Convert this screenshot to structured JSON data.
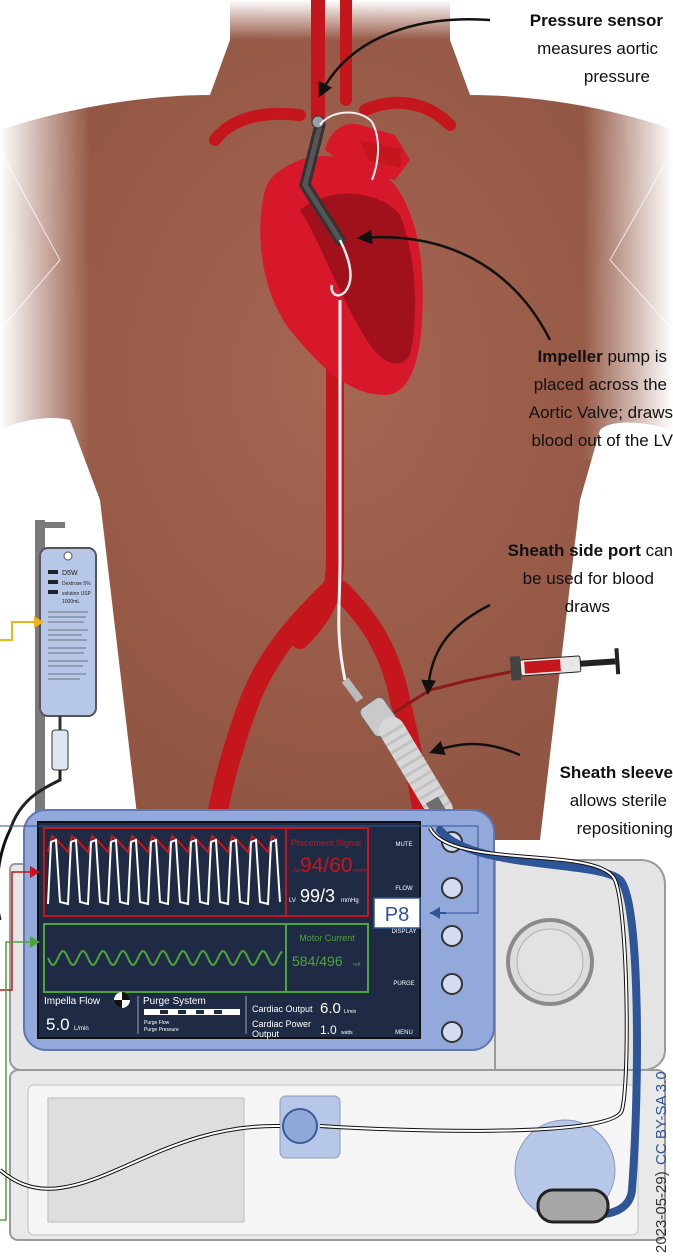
{
  "annotations": {
    "pressure_sensor": {
      "bold": "Pressure sensor",
      "lines": [
        "measures aortic",
        "pressure"
      ]
    },
    "impeller": {
      "bold": "Impeller",
      "rest": " pump is",
      "lines": [
        "placed across the",
        "Aortic Valve; draws",
        "blood out of the LV"
      ]
    },
    "sheath_side_port": {
      "bold": "Sheath side port",
      "rest": " can",
      "lines": [
        "be used for blood",
        "draws"
      ]
    },
    "sheath_sleeve": {
      "bold": "Sheath sleeve",
      "lines": [
        "allows sterile",
        "repositioning"
      ]
    }
  },
  "iv_bag": {
    "title": "D5W",
    "line2": "Dextrose 5%",
    "line3": "solution USP",
    "line4": "1000mL"
  },
  "console": {
    "buttons": [
      "MUTE",
      "FLOW",
      "DISPLAY",
      "PURGE",
      "MENU"
    ],
    "placement_signal": {
      "label": "Placement Signal",
      "prefix": "Ao",
      "value": "94/60",
      "unit": "mmHg"
    },
    "lv_pressure": {
      "prefix": "LV",
      "value": "99/3",
      "unit": "mmHg"
    },
    "motor_current": {
      "label": "Motor Current",
      "value": "584/496",
      "unit": "mA"
    },
    "impella_flow": {
      "label": "Impella Flow",
      "value": "5.0",
      "unit": "L/min"
    },
    "purge_system": {
      "label": "Purge System",
      "flow": "Purge Flow",
      "pressure": "Purge Pressure"
    },
    "cardiac_output": {
      "label": "Cardiac Output",
      "value": "6.0",
      "unit": "L/min"
    },
    "cardiac_power": {
      "label1": "Cardiac Power",
      "label2": "Output",
      "value": "1.0",
      "unit": "watts"
    },
    "p_level": "P8"
  },
  "credit": {
    "text": "2023-05-29)",
    "license": "CC BY-SA 3.0"
  },
  "colors": {
    "skin": "#a0634f",
    "artery": "#c4161c",
    "heart": "#d7182a",
    "catheter_blue": "#2e5597",
    "console_screen": "#1f2a44",
    "pressure_trace": "#c8151b",
    "motor_trace": "#4fa33b"
  }
}
